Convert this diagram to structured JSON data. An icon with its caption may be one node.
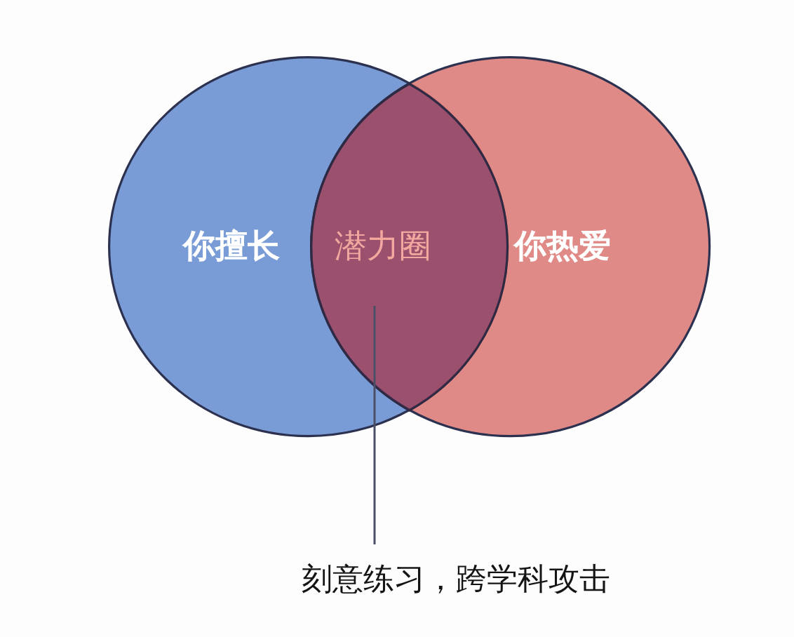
{
  "diagram": {
    "nodes": [
      {
        "text": [
          "你擅长"
        ]
      },
      {
        "text": [
          "潜力圈"
        ]
      },
      {
        "text": [
          "你热爱"
        ]
      },
      {
        "text": [
          "刻意练习，跨学科攻击"
        ]
      }
    ],
    "edges": [
      {
        "from": 3,
        "to": 1,
        "arrow": "none"
      }
    ]
  }
}
